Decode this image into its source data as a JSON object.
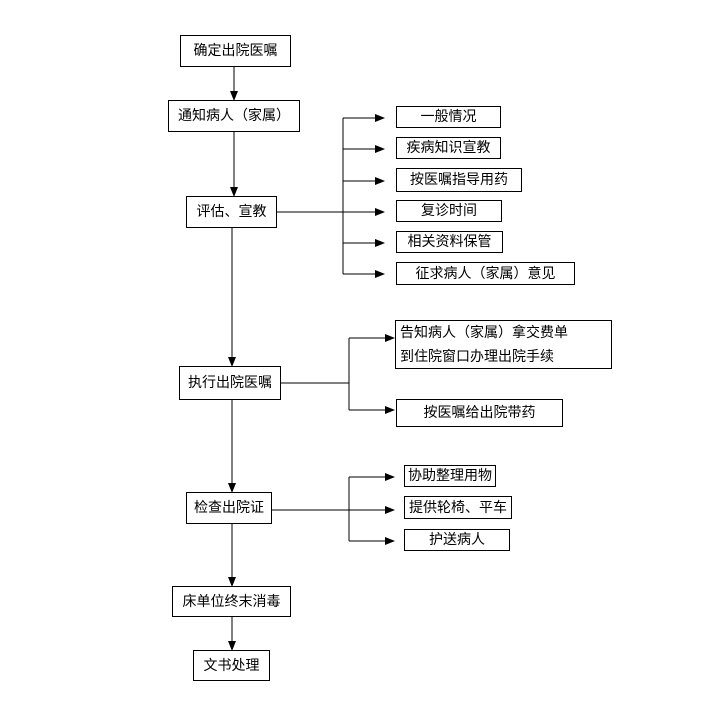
{
  "flowchart": {
    "main_steps": [
      "确定出院医嘱",
      "通知病人（家属）",
      "评估、宣教",
      "执行出院医嘱",
      "检查出院证",
      "床单位终末消毒",
      "文书处理"
    ],
    "education_items": [
      "一般情况",
      "疾病知识宣教",
      "按医嘱指导用药",
      "复诊时间",
      "相关资料保管",
      "征求病人（家属）意见"
    ],
    "discharge_order_items": {
      "notify_lines": [
        "告知病人（家属）拿交费单",
        "到住院窗口办理出院手续"
      ],
      "medication": "按医嘱给出院带药"
    },
    "certificate_items": [
      "协助整理用物",
      "提供轮椅、平车",
      "护送病人"
    ]
  },
  "colors": {
    "line": "#000000",
    "box_fill": "#ffffff"
  }
}
